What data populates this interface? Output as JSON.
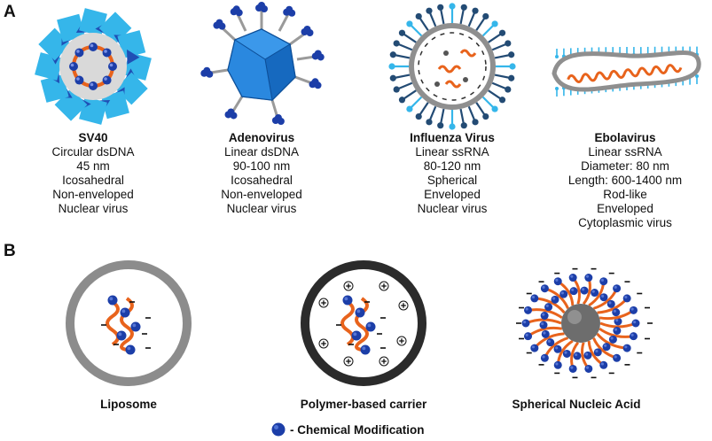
{
  "panel_a": {
    "letter": "A",
    "viruses": [
      {
        "name": "SV40",
        "lines": [
          "Circular dsDNA",
          "45 nm",
          "Icosahedral",
          "Non-enveloped",
          "Nuclear virus"
        ]
      },
      {
        "name": "Adenovirus",
        "lines": [
          "Linear dsDNA",
          "90-100 nm",
          "Icosahedral",
          "Non-enveloped",
          "Nuclear virus"
        ]
      },
      {
        "name": "Influenza Virus",
        "lines": [
          "Linear ssRNA",
          "80-120 nm",
          "Spherical",
          "Enveloped",
          "Nuclear virus"
        ]
      },
      {
        "name": "Ebolavirus",
        "lines": [
          "Linear ssRNA",
          "Diameter: 80 nm",
          "Length: 600-1400 nm",
          "Rod-like",
          "Enveloped",
          "Cytoplasmic virus"
        ]
      }
    ]
  },
  "panel_b": {
    "letter": "B",
    "carriers": [
      "Liposome",
      "Polymer-based carrier",
      "Spherical Nucleic Acid"
    ],
    "legend_text": "- Chemical Modification"
  },
  "colors": {
    "light_blue": "#35b6ea",
    "dark_blue": "#1f4fb5",
    "navy_ball": "#1c3ea8",
    "orange": "#e8631c",
    "gray_ring": "#8c8c8c",
    "dark_ring": "#2b2b2b",
    "capsid_blue": "#1e7fd6"
  }
}
